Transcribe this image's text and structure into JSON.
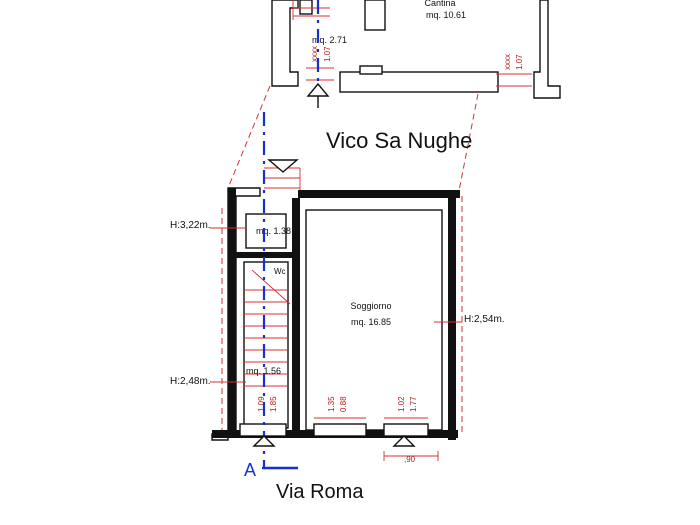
{
  "streets": {
    "vico": "Vico Sa Nughe",
    "via": "Via Roma"
  },
  "rooms": {
    "cantina_name": "Cantina",
    "cantina_area": "mq. 10.61",
    "upper_small_area": "mq. 2.71",
    "entry_area": "mq. 1.38",
    "wc_name": "Wc",
    "stair_area": "mq. 1.56",
    "soggiorno_name": "Soggiorno",
    "soggiorno_area": "mq. 16.85"
  },
  "heights": {
    "h1": "H:3,22m.",
    "h2": "H:2,48m.",
    "h3": "H:2,54m."
  },
  "openings": {
    "upper_left_top": "xxxx",
    "upper_left_bottom": "1.07",
    "upper_right_top": "xxxx",
    "upper_right_bottom": "1.07",
    "door_top": "1.09",
    "door_bottom": "1.85",
    "win1_top": "1.35",
    "win1_bottom": "0.88",
    "win2_top": "1.02",
    "win2_bottom": "1.77",
    "bottom_dim": ",90"
  },
  "section": {
    "label": "A"
  },
  "colors": {
    "wall": "#111111",
    "dimension": "#d63030",
    "section_axis": "#1730d0"
  }
}
